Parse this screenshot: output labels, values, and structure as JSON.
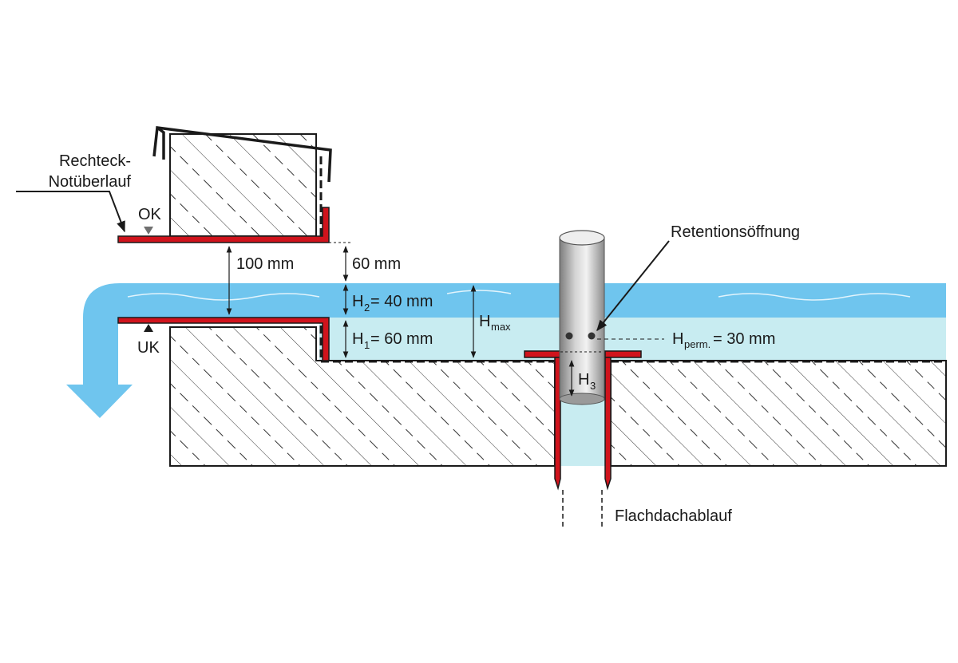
{
  "labels": {
    "overflow_name_line1": "Rechteck-",
    "overflow_name_line2": "Notüberlauf",
    "ok": "OK",
    "uk": "UK",
    "dim_100": "100 mm",
    "dim_60_top": "60 mm",
    "h2_main": "H",
    "h2_sub": "2",
    "h2_value": " = 40 mm",
    "h1_main": "H",
    "h1_sub": "1",
    "h1_value": " = 60 mm",
    "hmax_main": "H",
    "hmax_sub": "max",
    "retention_opening": "Retentionsöffnung",
    "hperm_main": "H",
    "hperm_sub": "perm.",
    "hperm_value": " = 30 mm",
    "h3_main": "H",
    "h3_sub": "3",
    "drain_name": "Flachdachablauf"
  },
  "colors": {
    "water_dark": "#6fc5ee",
    "water_light": "#c8ecf1",
    "flashing_red": "#d0131c",
    "outline": "#1a1a1a",
    "pipe_gray": "#a9a9a9"
  }
}
